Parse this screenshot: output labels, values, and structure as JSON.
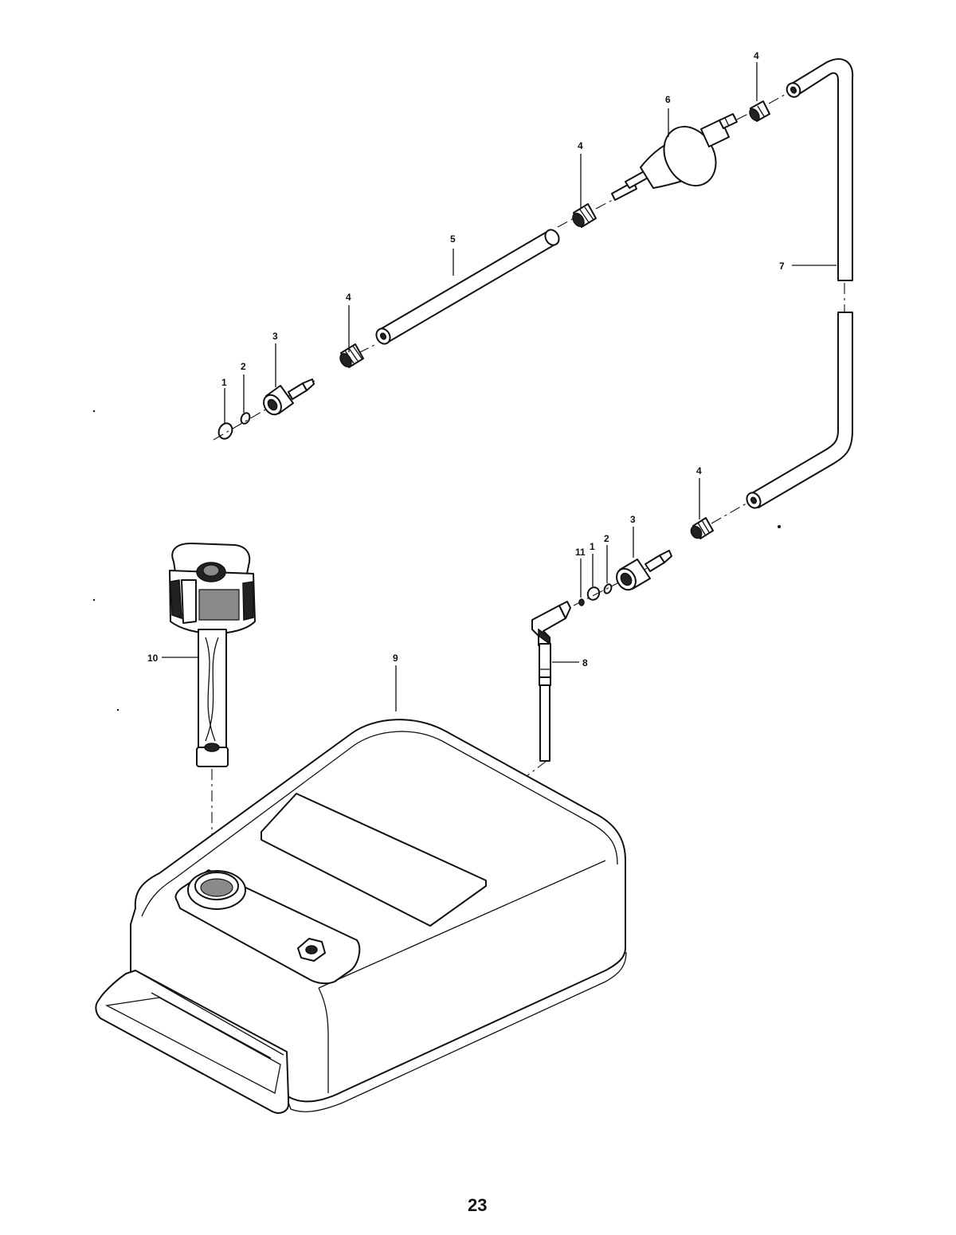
{
  "page_number": "23",
  "callouts": {
    "c1_top": "1",
    "c2_top": "2",
    "c3_top": "3",
    "c4_left": "4",
    "c5": "5",
    "c4_mid": "4",
    "c6": "6",
    "c4_top": "4",
    "c7": "7",
    "c4_low": "4",
    "c3_low": "3",
    "c2_low": "2",
    "c1_low": "1",
    "c11": "11",
    "c8": "8",
    "c9": "9",
    "c10": "10"
  }
}
